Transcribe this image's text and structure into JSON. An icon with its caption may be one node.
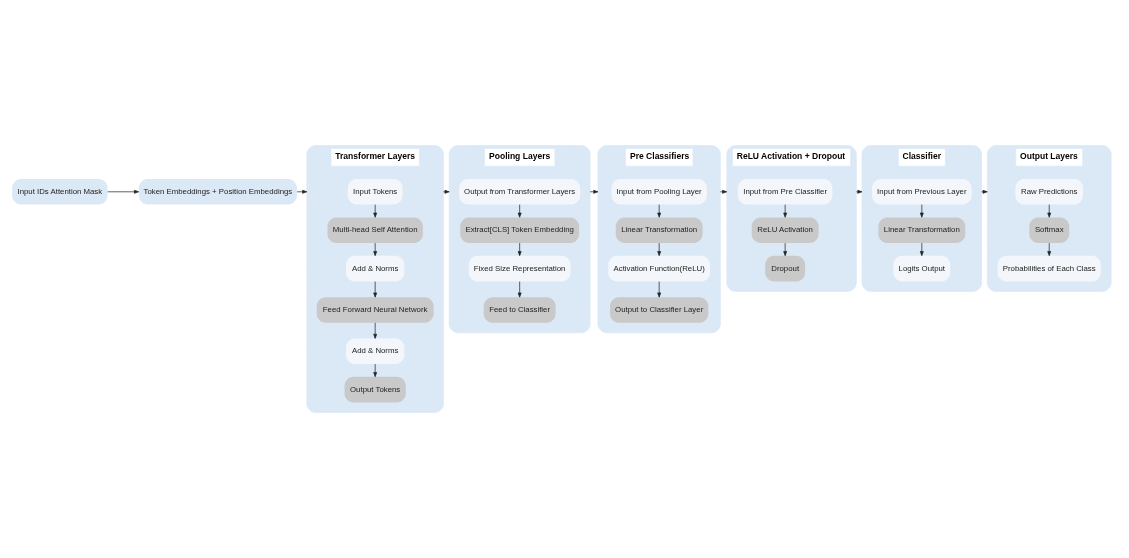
{
  "diagram": {
    "nodes": [
      {
        "text": [
          "Input IDs Attention Mask"
        ]
      },
      {
        "text": [
          "Token Embeddings + Position Embeddings"
        ]
      },
      {
        "text": [
          "Transformer Layers"
        ]
      },
      {
        "text": [
          "Input Tokens"
        ],
        "in": 2
      },
      {
        "text": [
          "Multi-head Self Attention"
        ],
        "in": 2
      },
      {
        "text": [
          "Add & Norms"
        ],
        "in": 2
      },
      {
        "text": [
          "Feed Forward Neural Network"
        ],
        "in": 2
      },
      {
        "text": [
          "Add & Norms"
        ],
        "in": 2
      },
      {
        "text": [
          "Output Tokens"
        ],
        "in": 2
      },
      {
        "text": [
          "Pooling Layers"
        ]
      },
      {
        "text": [
          "Output from Transformer Layers"
        ],
        "in": 9
      },
      {
        "text": [
          "Extract[CLS] Token Embedding"
        ],
        "in": 9
      },
      {
        "text": [
          "Fixed Size Representation"
        ],
        "in": 9
      },
      {
        "text": [
          "Feed to Classifier"
        ],
        "in": 9
      },
      {
        "text": [
          "Pre Classifiers"
        ]
      },
      {
        "text": [
          "Input from Pooling Layer"
        ],
        "in": 14
      },
      {
        "text": [
          "Linear Transformation"
        ],
        "in": 14
      },
      {
        "text": [
          "Activation Function(ReLU)"
        ],
        "in": 14
      },
      {
        "text": [
          "Output to Classifier Layer"
        ],
        "in": 14
      },
      {
        "text": [
          "ReLU Activation + Dropout"
        ]
      },
      {
        "text": [
          "Input from Pre Classifier"
        ],
        "in": 19
      },
      {
        "text": [
          "ReLU Activation"
        ],
        "in": 19
      },
      {
        "text": [
          "Dropout"
        ],
        "in": 19
      },
      {
        "text": [
          "Classifier"
        ]
      },
      {
        "text": [
          "Input from Previous Layer"
        ],
        "in": 23
      },
      {
        "text": [
          "Linear Transformation"
        ],
        "in": 23
      },
      {
        "text": [
          "Logits Output"
        ],
        "in": 23
      },
      {
        "text": [
          "Output Layers"
        ]
      },
      {
        "text": [
          "Raw Predictions"
        ],
        "in": 27
      },
      {
        "text": [
          "Softmax"
        ],
        "in": 27
      },
      {
        "text": [
          "Probabilities of Each Class"
        ],
        "in": 27
      }
    ],
    "edges": [
      {
        "from": 0,
        "to": 1,
        "arrow": "to"
      },
      {
        "from": 1,
        "to": 2,
        "arrow": "to"
      },
      {
        "from": 3,
        "to": 4,
        "arrow": "to"
      },
      {
        "from": 4,
        "to": 5,
        "arrow": "to"
      },
      {
        "from": 5,
        "to": 6,
        "arrow": "to"
      },
      {
        "from": 6,
        "to": 7,
        "arrow": "to"
      },
      {
        "from": 7,
        "to": 8,
        "arrow": "to"
      },
      {
        "from": 2,
        "to": 9,
        "arrow": "to"
      },
      {
        "from": 10,
        "to": 11,
        "arrow": "to"
      },
      {
        "from": 11,
        "to": 12,
        "arrow": "to"
      },
      {
        "from": 12,
        "to": 13,
        "arrow": "to"
      },
      {
        "from": 9,
        "to": 14,
        "arrow": "to"
      },
      {
        "from": 15,
        "to": 16,
        "arrow": "to"
      },
      {
        "from": 16,
        "to": 17,
        "arrow": "to"
      },
      {
        "from": 17,
        "to": 18,
        "arrow": "to"
      },
      {
        "from": 14,
        "to": 19,
        "arrow": "to"
      },
      {
        "from": 20,
        "to": 21,
        "arrow": "to"
      },
      {
        "from": 21,
        "to": 22,
        "arrow": "to"
      },
      {
        "from": 19,
        "to": 23,
        "arrow": "to"
      },
      {
        "from": 24,
        "to": 25,
        "arrow": "to"
      },
      {
        "from": 25,
        "to": 26,
        "arrow": "to"
      },
      {
        "from": 23,
        "to": 27,
        "arrow": "to"
      },
      {
        "from": 28,
        "to": 29,
        "arrow": "to"
      },
      {
        "from": 29,
        "to": 30,
        "arrow": "to"
      }
    ]
  }
}
